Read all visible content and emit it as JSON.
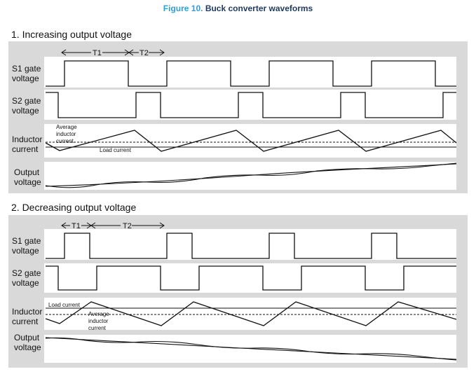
{
  "figure": {
    "number": "Figure 10.",
    "title": "Buck converter waveforms"
  },
  "sections": [
    {
      "heading": "1. Increasing output voltage",
      "t1": "T1",
      "t2": "T2",
      "rows": {
        "s1": [
          "S1 gate",
          "voltage"
        ],
        "s2": [
          "S2 gate",
          "voltage"
        ],
        "ind": [
          "Inductor",
          "current"
        ],
        "out": [
          "Output",
          "voltage"
        ]
      },
      "annotations": {
        "average": [
          "Average",
          "inductor",
          "current"
        ],
        "load": "Load current"
      }
    },
    {
      "heading": "2. Decreasing output voltage",
      "t1": "T1",
      "t2": "T2",
      "rows": {
        "s1": [
          "S1 gate",
          "voltage"
        ],
        "s2": [
          "S2 gate",
          "voltage"
        ],
        "ind": [
          "Inductor",
          "current"
        ],
        "out": [
          "Output",
          "voltage"
        ]
      },
      "annotations": {
        "average": [
          "Average",
          "inductor",
          "current"
        ],
        "load": "Load current"
      }
    }
  ],
  "colors": {
    "panel": "#d9d9d9",
    "strip": "#ffffff",
    "trace": "#111111",
    "title_number": "#2f9fd4",
    "title_text": "#1f3b63"
  }
}
